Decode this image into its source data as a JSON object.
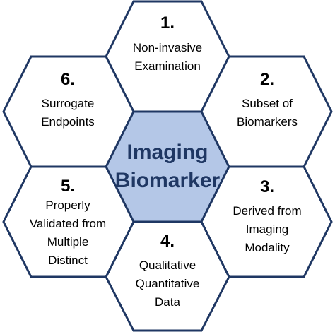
{
  "center": {
    "lines": [
      "Imaging",
      "Biomarker"
    ],
    "fill": "#b4c7e7",
    "text_color": "#1f3763"
  },
  "outline_color": "#1f3763",
  "nodes": [
    {
      "number": "1.",
      "lines": [
        "Non-invasive",
        "Examination"
      ]
    },
    {
      "number": "2.",
      "lines": [
        "Subset of",
        "Biomarkers"
      ]
    },
    {
      "number": "3.",
      "lines": [
        "Derived from",
        "Imaging",
        "Modality"
      ]
    },
    {
      "number": "4.",
      "lines": [
        "Qualitative",
        "Quantitative",
        "Data"
      ]
    },
    {
      "number": "5.",
      "lines": [
        "Properly",
        "Validated from",
        "Multiple",
        "Distinct"
      ]
    },
    {
      "number": "6.",
      "lines": [
        "Surrogate",
        "Endpoints"
      ]
    }
  ]
}
